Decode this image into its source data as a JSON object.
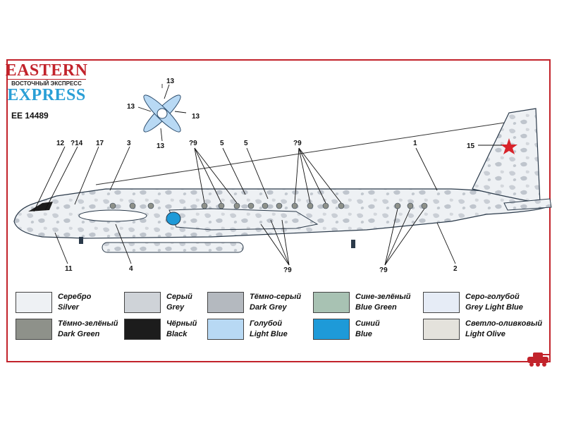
{
  "logo": {
    "top": "EASTERN",
    "subtitle": "ВОСТОЧНЫЙ ЭКСПРЕСС",
    "bottom": "EXPRESS"
  },
  "kit_number": "EE 14489",
  "callouts": {
    "c13_top": "13",
    "c13_left": "13",
    "c13_right": "13",
    "c13_bottom": "13",
    "c12": "12",
    "c14": "?14",
    "c17": "17",
    "c3": "3",
    "c9a": "?9",
    "c5a": "5",
    "c5b": "5",
    "c9b": "?9",
    "c1": "1",
    "c15": "15",
    "c11": "11",
    "c4": "4",
    "c9c": "?9",
    "c9d": "?9",
    "c2": "2"
  },
  "legend": [
    {
      "ru": "Серебро",
      "en": "Silver",
      "color": "#eef1f4"
    },
    {
      "ru": "Серый",
      "en": "Grey",
      "color": "#cfd3d8"
    },
    {
      "ru": "Тёмно-серый",
      "en": "Dark Grey",
      "color": "#b4b9bf"
    },
    {
      "ru": "Сине-зелёный",
      "en": "Blue Green",
      "color": "#a8c2b3"
    },
    {
      "ru": "Серо-голубой",
      "en": "Grey Light Blue",
      "color": "#e6ecf6"
    },
    {
      "ru": "Тёмно-зелёный",
      "en": "Dark Green",
      "color": "#8e918a"
    },
    {
      "ru": "Чёрный",
      "en": "Black",
      "color": "#1c1c1c"
    },
    {
      "ru": "Голубой",
      "en": "Light Blue",
      "color": "#b8d9f4"
    },
    {
      "ru": "Синий",
      "en": "Blue",
      "color": "#1e9ad8"
    },
    {
      "ru": "Светло-оливковый",
      "en": "Light Olive",
      "color": "#e4e2dc"
    }
  ],
  "colors": {
    "frame": "#c2232b",
    "fuselage": "#eef1f4",
    "camo": "#c9ced5",
    "star": "#d8232a",
    "propeller": "#b8d9f4",
    "spinner": "#1e9ad8"
  }
}
